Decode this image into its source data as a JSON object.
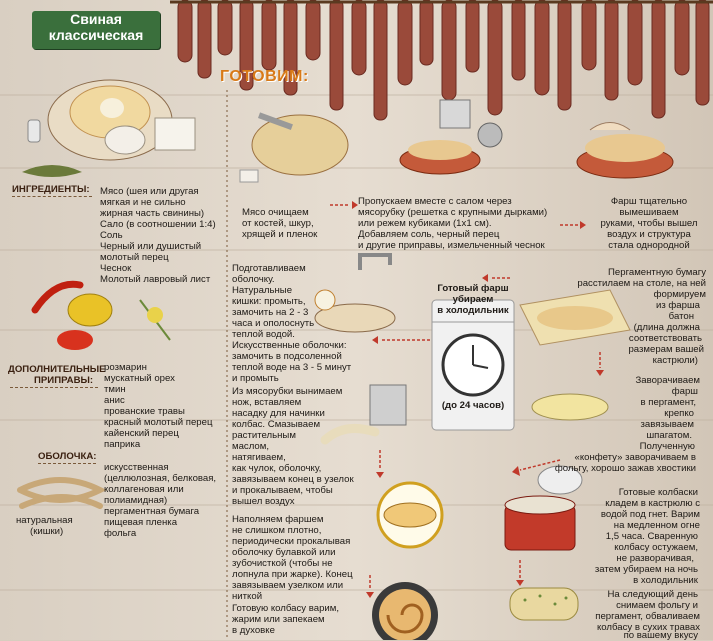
{
  "title": {
    "line1": "Свиная",
    "line2": "классическая"
  },
  "heading": "ГОТОВИМ:",
  "ingredients": {
    "label": "ИНГРЕДИЕНТЫ:",
    "lines": [
      "Мясо (шея или другая",
      "мягкая и не сильно",
      "жирная часть свинины)",
      "Сало (в соотношении 1:4)",
      "Соль",
      "Черный или душистый",
      "молотый перец",
      "Чеснок",
      "Молотый лавровый лист"
    ]
  },
  "spices": {
    "label1": "ДОПОЛНИТЕЛЬНЫЕ",
    "label2": "ПРИПРАВЫ:",
    "lines": [
      "розмарин",
      "мускатный орех",
      "тмин",
      "анис",
      "прованские травы",
      "красный молотый перец",
      "кайенский перец",
      "паприка"
    ]
  },
  "casing": {
    "label": "ОБОЛОЧКА:",
    "lines": [
      "искусственная",
      "(целлюлозная, белковая,",
      "коллагеновая или",
      "полиамидная)",
      "пергаментная бумага",
      "пищевая пленка",
      "фольга"
    ],
    "natural1": "натуральная",
    "natural2": "(кишки)"
  },
  "steps": {
    "s1": [
      "Мясо очищаем",
      "от костей, шкур,",
      "хрящей и пленок"
    ],
    "s2": [
      "Пропускаем вместе с салом через",
      "мясорубку (решетка с крупными дырками)",
      "или режем кубиками (1х1 см).",
      "Добавляем соль, черный перец",
      "и другие приправы, измельченный чеснок"
    ],
    "s3": [
      "Фарш тщательно",
      "вымешиваем",
      "руками, чтобы вышел",
      "воздух и структура",
      "стала однородной"
    ],
    "s4": [
      "Подготавливаем",
      "оболочку.",
      "Натуральные",
      "кишки: промыть,",
      "замочить на 2 - 3",
      "часа и ополоснуть",
      "теплой водой.",
      "Искусственные оболочки:",
      "замочить в подсоленной",
      "теплой воде на 3 - 5 минут",
      "и промыть"
    ],
    "s5": [
      "Готовый фарш",
      "убираем",
      "в холодильник"
    ],
    "s5_time": "(до 24 часов)",
    "s6": [
      "Пергаментную бумагу",
      "расстилаем на столе, на ней",
      "формируем",
      "из фарша",
      "батон",
      "(длина должна",
      "соответствовать",
      "размерам вашей",
      "кастрюли)"
    ],
    "s7": [
      "Из мясорубки вынимаем",
      "нож, вставляем",
      "насадку для начинки",
      "колбас. Смазываем",
      "растительным",
      "маслом,",
      "натягиваем,",
      "как чулок, оболочку,",
      "завязываем конец в узелок",
      "и прокалываем, чтобы",
      "вышел воздух"
    ],
    "s8": [
      "Заворачиваем",
      "фарш",
      "в пергамент,",
      "крепко",
      "завязываем",
      "шпагатом.",
      "Полученную",
      "«конфету» заворачиваем в",
      "фольгу, хорошо зажав хвостики"
    ],
    "s9": [
      "Наполняем фаршем",
      "не слишком плотно,",
      "периодически прокалывая",
      "оболочку булавкой или",
      "зубочисткой (чтобы не",
      "лопнула при жарке). Конец",
      "завязываем узелком или",
      "ниткой"
    ],
    "s10": [
      "Готовые колбаски",
      "кладем в кастрюлю с",
      "водой под гнет. Варим",
      "на медленном огне",
      "1,5 часа. Сваренную",
      "колбасу остужаем,",
      "не разворачивая,",
      "затем убираем на ночь",
      "в холодильник"
    ],
    "s11": [
      "Готовую колбасу варим,",
      "жарим или запекаем",
      "в духовке"
    ],
    "s12": [
      "На следующий день",
      "снимаем фольгу и",
      "пергамент, обваливаем",
      "колбасу в сухих травах",
      "по вашему вкусу"
    ]
  },
  "colors": {
    "accent": "#d87a18",
    "title_bg": "#3a6f3c",
    "arrow": "#c0392b",
    "wood": "#d8cdbf"
  }
}
